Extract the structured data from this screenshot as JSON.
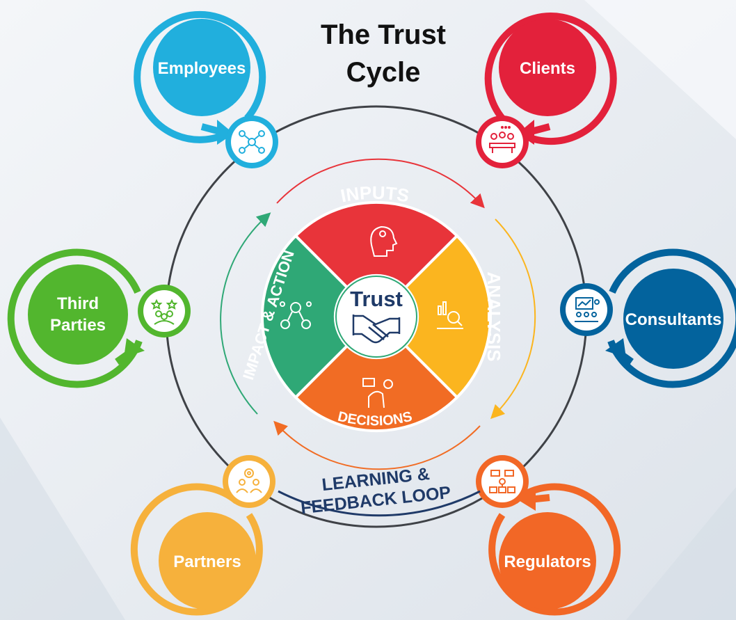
{
  "title": {
    "line1": "The Trust",
    "line2": "Cycle"
  },
  "center": {
    "label": "Trust",
    "icon": "handshake-icon"
  },
  "segments": {
    "inputs": {
      "label": "INPUTS",
      "color": "#e8343a",
      "icon": "head-ideas-icon"
    },
    "analysis": {
      "label": "ANALYSIS",
      "color": "#fbb51f",
      "icon": "chart-analysis-icon"
    },
    "decisions": {
      "label": "DECISIONS",
      "color": "#f16c24",
      "icon": "decision-thinking-icon"
    },
    "impact": {
      "label": "IMPACT & ACTION",
      "color": "#2fa876",
      "icon": "people-network-icon"
    }
  },
  "loop": {
    "line1": "LEARNING &",
    "line2": "FEEDBACK LOOP"
  },
  "stakeholders": {
    "employees": {
      "label": "Employees",
      "color": "#21afdd",
      "icon": "team-network-icon"
    },
    "clients": {
      "label": "Clients",
      "color": "#e3213b",
      "icon": "meeting-icon"
    },
    "consultants": {
      "label": "Consultants",
      "color": "#03639d",
      "icon": "presentation-icon"
    },
    "regulators": {
      "label": "Regulators",
      "color": "#f26726",
      "icon": "hierarchy-icon"
    },
    "partners": {
      "label": "Partners",
      "color": "#f6b13c",
      "icon": "partner-gear-icon"
    },
    "third": {
      "label1": "Third",
      "label2": "Parties",
      "color": "#52b62e",
      "icon": "group-stars-icon"
    }
  }
}
